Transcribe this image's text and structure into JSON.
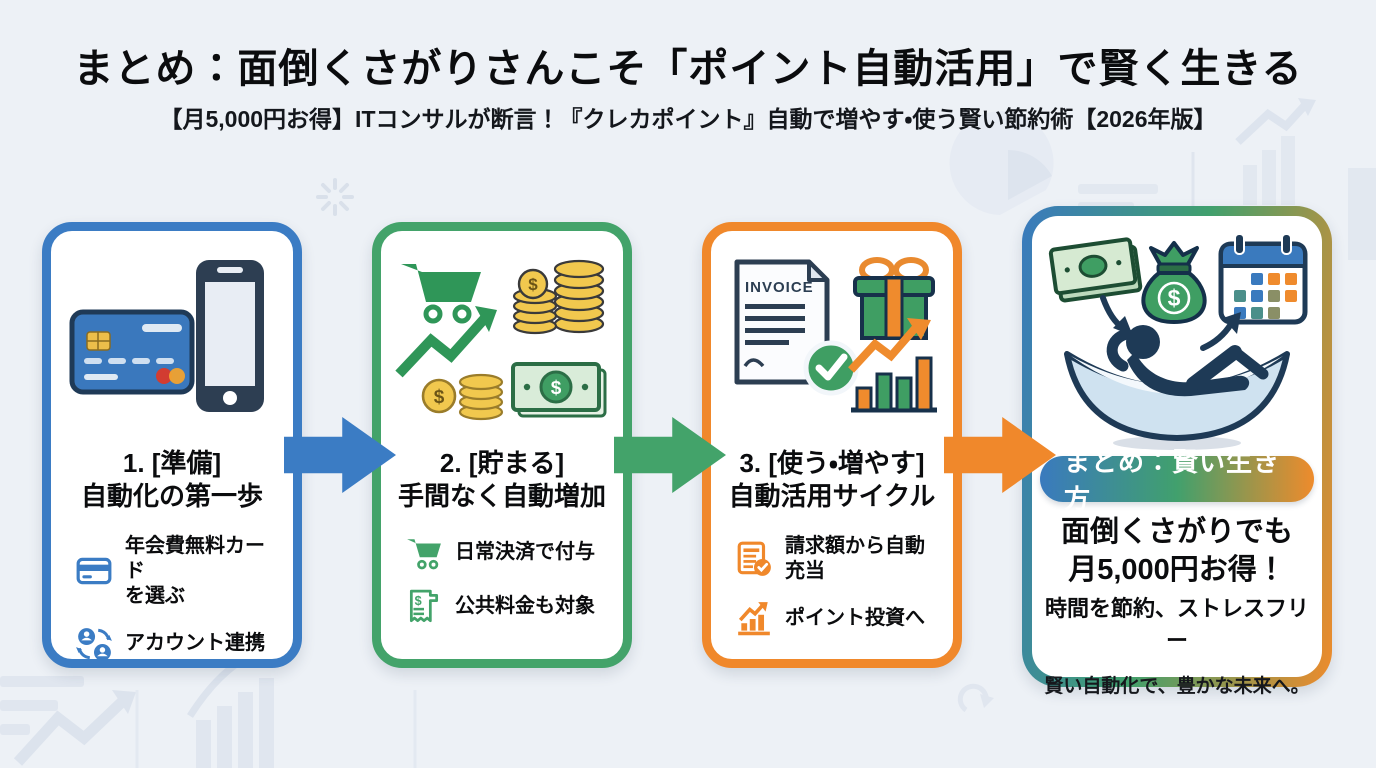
{
  "header": {
    "title": "まとめ：面倒くさがりさんこそ「ポイント自動活用」で賢く生きる",
    "subtitle": "【月5,000円お得】ITコンサルが断言！『クレカポイント』自動で増やす・使う賢い節約術【2026年版】"
  },
  "steps": [
    {
      "title_line1": "1. [準備]",
      "title_line2": "自動化の第一歩",
      "bullets": [
        {
          "icon": "credit-card-icon",
          "text": "年会費無料カード\nを選ぶ"
        },
        {
          "icon": "account-sync-icon",
          "text": "アカウント連携"
        }
      ]
    },
    {
      "title_line1": "2. [貯まる]",
      "title_line2": "手間なく自動増加",
      "bullets": [
        {
          "icon": "shopping-cart-icon",
          "text": "日常決済で付与"
        },
        {
          "icon": "receipt-icon",
          "text": "公共料金も対象"
        }
      ]
    },
    {
      "title_line1": "3. [使う・増やす]",
      "title_line2": "自動活用サイクル",
      "bullets": [
        {
          "icon": "invoice-check-icon",
          "text": "請求額から自動充当"
        },
        {
          "icon": "growth-chart-icon",
          "text": "ポイント投資へ"
        }
      ]
    }
  ],
  "summary": {
    "badge": "まとめ：賢い生き方",
    "line1": "面倒くさがりでも",
    "line2": "月5,000円お得！",
    "line3": "時間を節約、ストレスフリー",
    "line4": "賢い自動化で、豊かな未来へ。"
  },
  "invoice_label": "INVOICE",
  "colors": {
    "step1_accent": "#3b7cc4",
    "step2_accent": "#43a36a",
    "step3_accent": "#f0882b",
    "background": "#edf1f6",
    "card_bg": "#ffffff",
    "text": "#0d0f12",
    "badge_gradient_start": "#3a7abe",
    "badge_gradient_mid": "#41a06d",
    "badge_gradient_end": "#ee8b2c",
    "coin_gold": "#f1c84e",
    "money_green": "#3f9e63",
    "navy_outline": "#1e3a56"
  }
}
